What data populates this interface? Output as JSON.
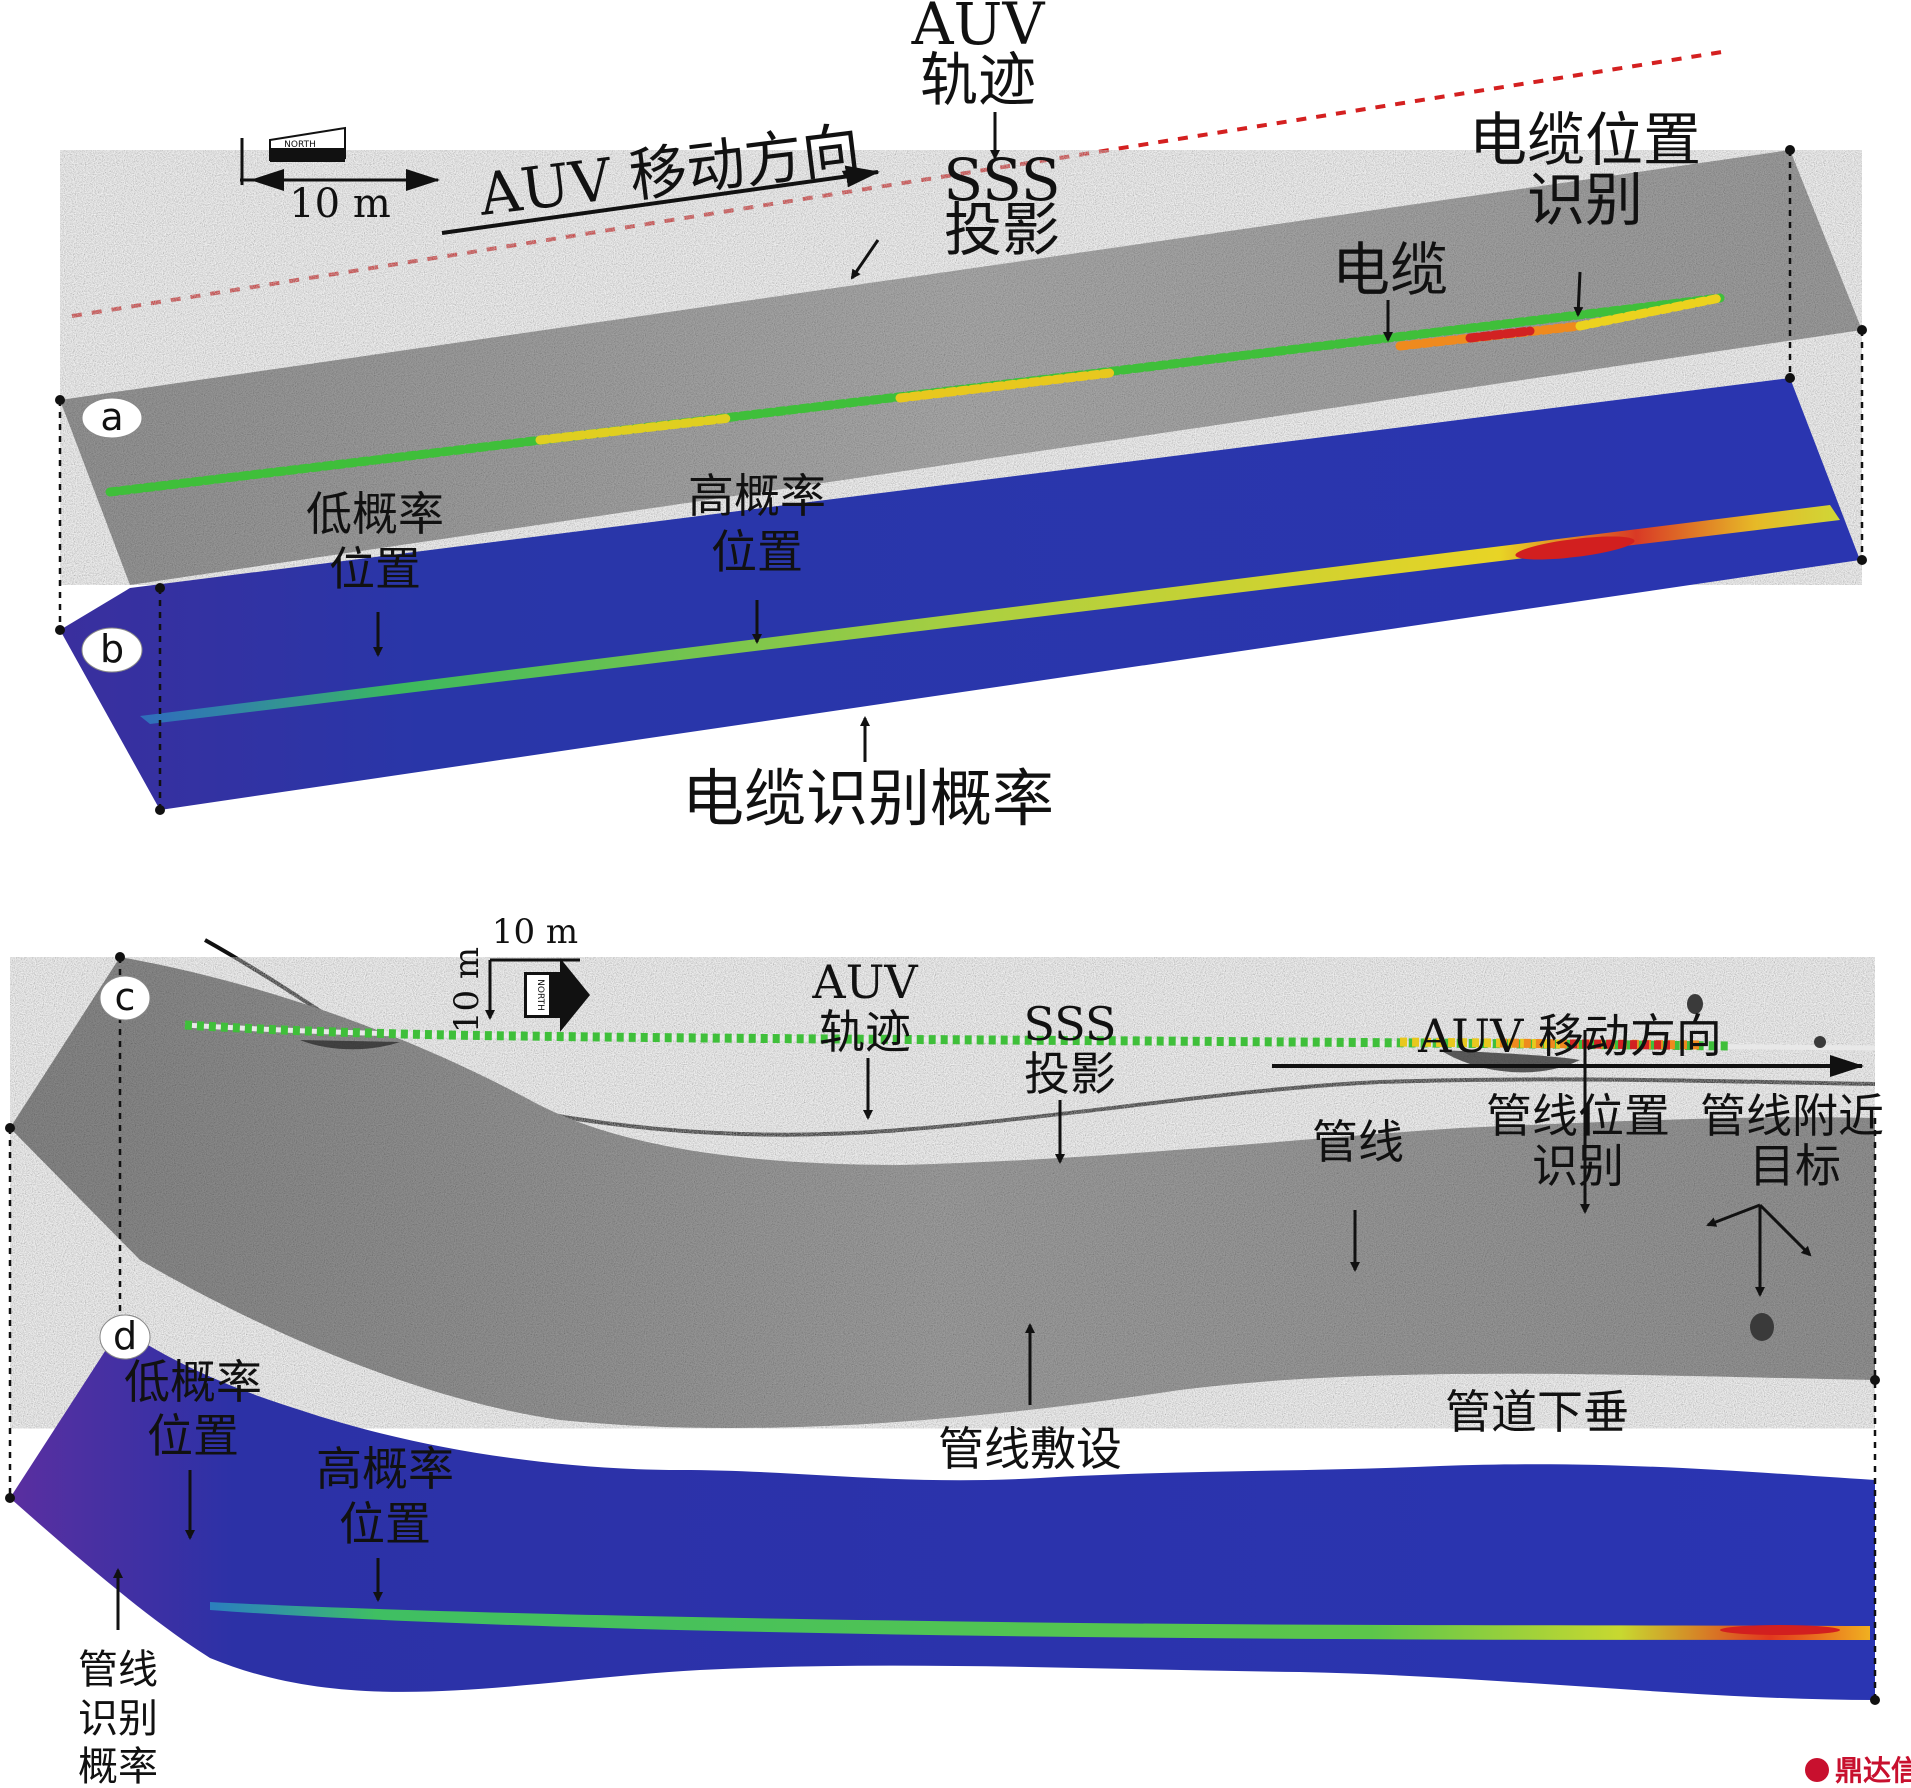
{
  "top": {
    "panel_a": "a",
    "panel_b": "b",
    "scale": "10 m",
    "north": "NORTH",
    "auv_direction": "AUV 移动方向",
    "auv_track": [
      "AUV",
      "轨迹"
    ],
    "sss_projection": [
      "SSS",
      "投影"
    ],
    "cable_id": [
      "电缆位置",
      "识别"
    ],
    "cable": "电缆",
    "low_prob": [
      "低概率",
      "位置"
    ],
    "high_prob": [
      "高概率",
      "位置"
    ],
    "cable_prob": "电缆识别概率"
  },
  "bottom": {
    "panel_c": "c",
    "panel_d": "d",
    "scale_h": "10 m",
    "scale_v": "10 m",
    "north": "NORTH",
    "auv_track": [
      "AUV",
      "轨迹"
    ],
    "sss_projection": [
      "SSS",
      "投影"
    ],
    "auv_direction": "AUV 移动方向",
    "pipe_id": [
      "管线位置",
      "识别"
    ],
    "pipe_near": [
      "管线附近",
      "目标"
    ],
    "pipe": "管线",
    "pipe_laying": "管线敷设",
    "pipe_sag": "管道下垂",
    "low_prob": [
      "低概率",
      "位置"
    ],
    "high_prob": [
      "高概率",
      "位置"
    ],
    "pipe_prob": [
      "管线",
      "识别",
      "概率"
    ]
  },
  "watermark": "鼎达信",
  "colors": {
    "track_red": "#d42020",
    "heat_low": "#2b2f9c",
    "heat_mid": "#33b34a",
    "heat_high": "#f5e21a",
    "heat_peak": "#d21f1f",
    "sonar": "#a9a9a9"
  }
}
